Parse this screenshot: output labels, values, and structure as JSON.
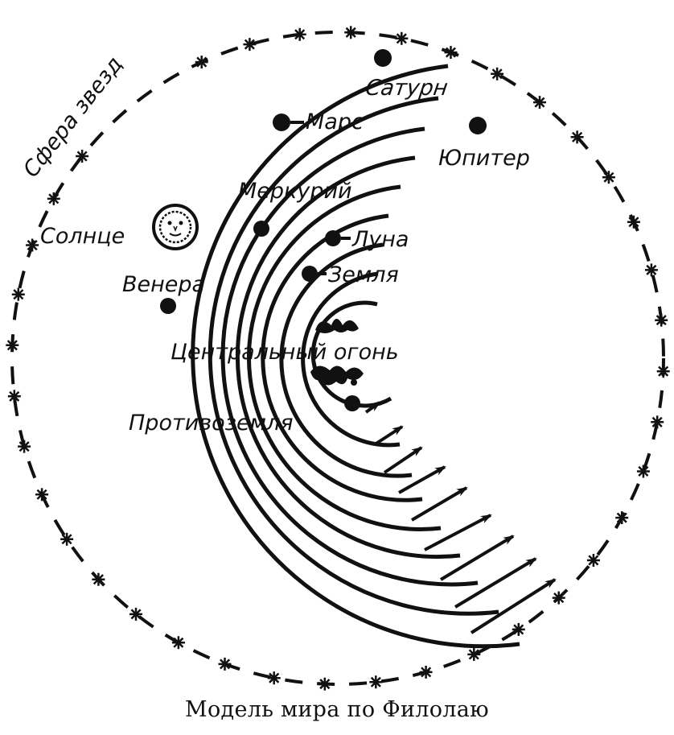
{
  "diagram": {
    "caption": "Модель мира по Филолаю",
    "sphere_of_stars": "Сфера звезд",
    "central_fire": "Центральный огонь",
    "bodies": [
      {
        "id": "saturn",
        "label": "Сатурн"
      },
      {
        "id": "mars",
        "label": "Марс"
      },
      {
        "id": "jupiter",
        "label": "Юпитер"
      },
      {
        "id": "mercury",
        "label": "Меркурий"
      },
      {
        "id": "sun",
        "label": "Солнце"
      },
      {
        "id": "moon",
        "label": "Луна"
      },
      {
        "id": "earth",
        "label": "Земля"
      },
      {
        "id": "venus",
        "label": "Венера"
      },
      {
        "id": "counter-earth",
        "label": "Противоземля"
      }
    ]
  },
  "colors": {
    "ink": "#111111",
    "paper": "#ffffff"
  }
}
